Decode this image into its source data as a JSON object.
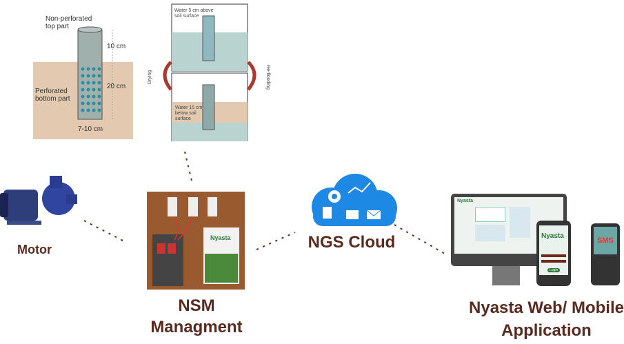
{
  "pipe_diagram": {
    "top_label": "Non-perforated top part",
    "top_height": "10 cm",
    "bottom_height": "20 cm",
    "bottom_label": "Perforated bottom part",
    "diameter": "7-10 cm"
  },
  "awd_diagram": {
    "flooded_label": "Water 5 cm above soil surface",
    "dry_label": "Water 15 cm below soil surface",
    "left_arrow": "Drying",
    "right_arrow": "Re-flooding"
  },
  "nodes": {
    "motor": "Motor",
    "nsm": "NSM Managment",
    "cloud": "NGS Cloud",
    "app": "Nyasta Web/ Mobile Application"
  },
  "devices": {
    "brand": "Nyasta",
    "sms": "SMS",
    "login": "Login"
  },
  "colors": {
    "label": "#5a2a1e",
    "cloud": "#1e88e5",
    "soil": "#e3c9b0",
    "water": "#b9d3d1"
  }
}
